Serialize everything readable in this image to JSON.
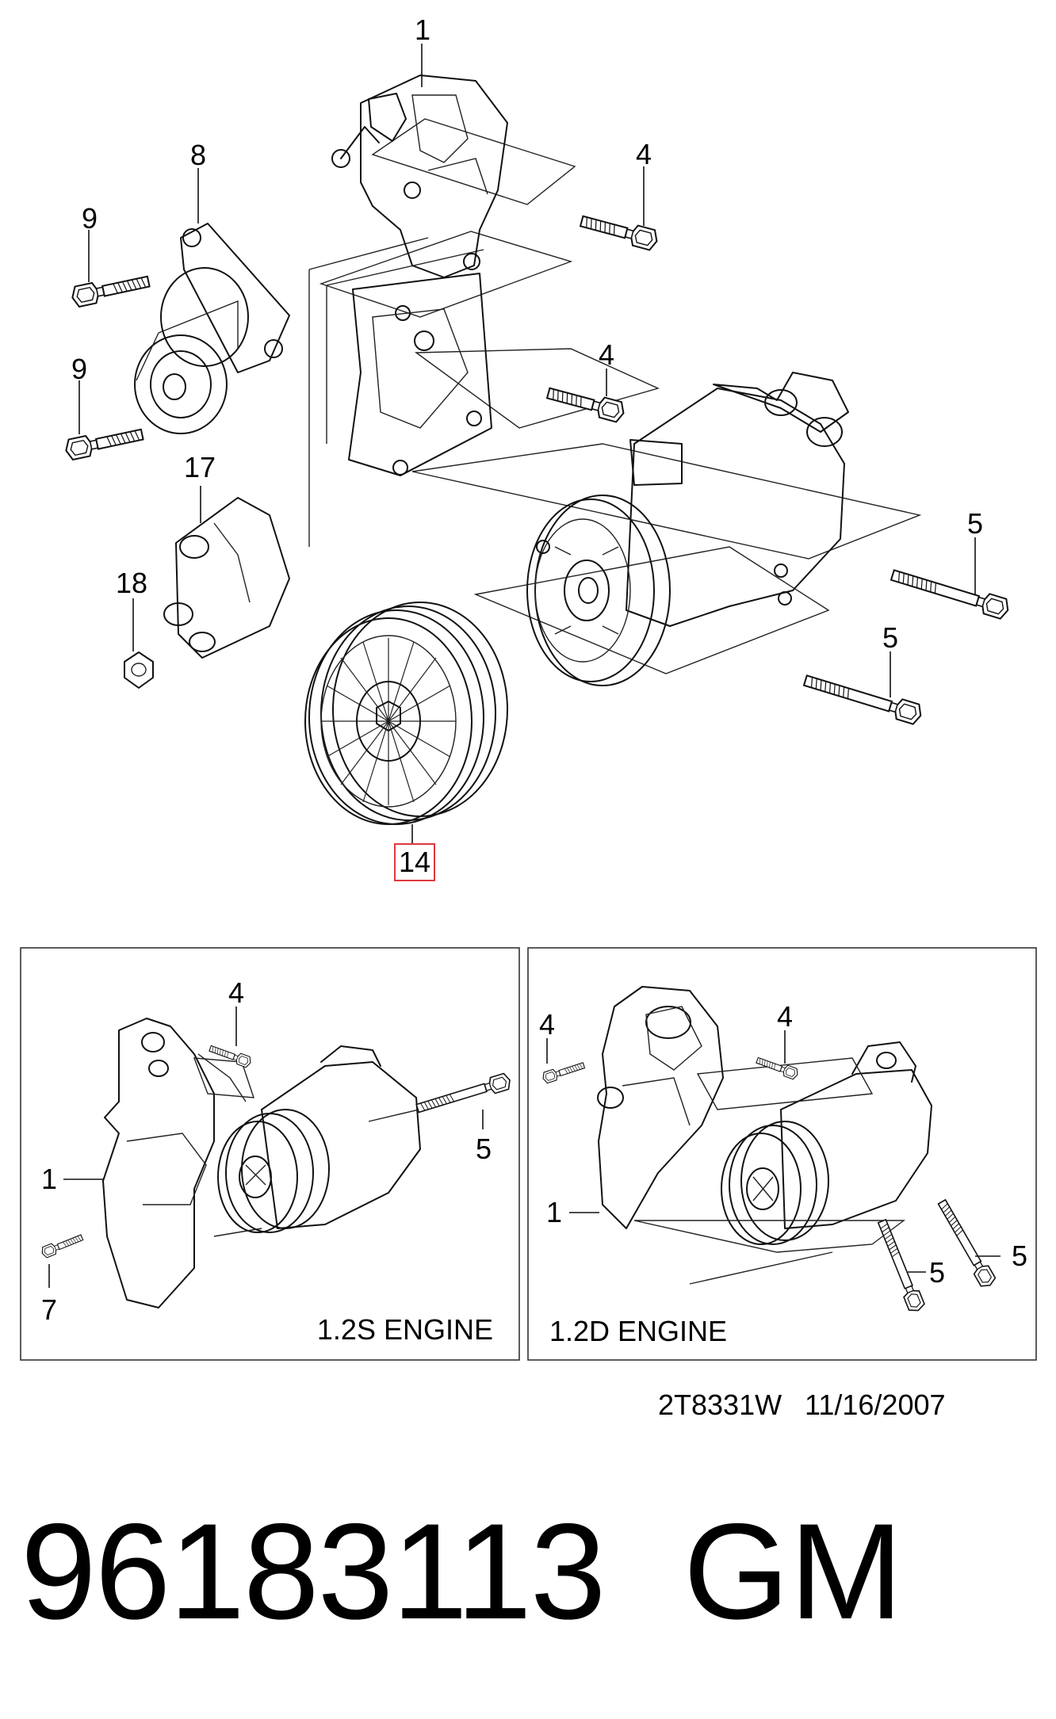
{
  "diagram": {
    "callouts": {
      "bracket": "1",
      "tensioner": "8",
      "bolt_9_upper": "9",
      "bolt_9_lower": "9",
      "bolt_4_upper": "4",
      "bolt_4_mid": "4",
      "bracket_17": "17",
      "nut_18": "18",
      "bolt_5_upper": "5",
      "bolt_5_lower": "5",
      "idler_pulley": "14"
    },
    "highlight_color": "#e0383e",
    "insets": [
      {
        "engine_label": "1.2S ENGINE",
        "callouts": {
          "bolt_4": "4",
          "bracket_1": "1",
          "bolt_5": "5",
          "bolt_7": "7"
        }
      },
      {
        "engine_label": "1.2D ENGINE",
        "callouts": {
          "bolt_4_left": "4",
          "bolt_4_right": "4",
          "bracket_1": "1",
          "bolt_5_mid": "5",
          "bolt_5_right": "5"
        }
      }
    ],
    "reference": {
      "code": "2T8331W",
      "date": "11/16/2007"
    }
  },
  "footer": {
    "part_number": "96183113",
    "brand": "GM"
  }
}
